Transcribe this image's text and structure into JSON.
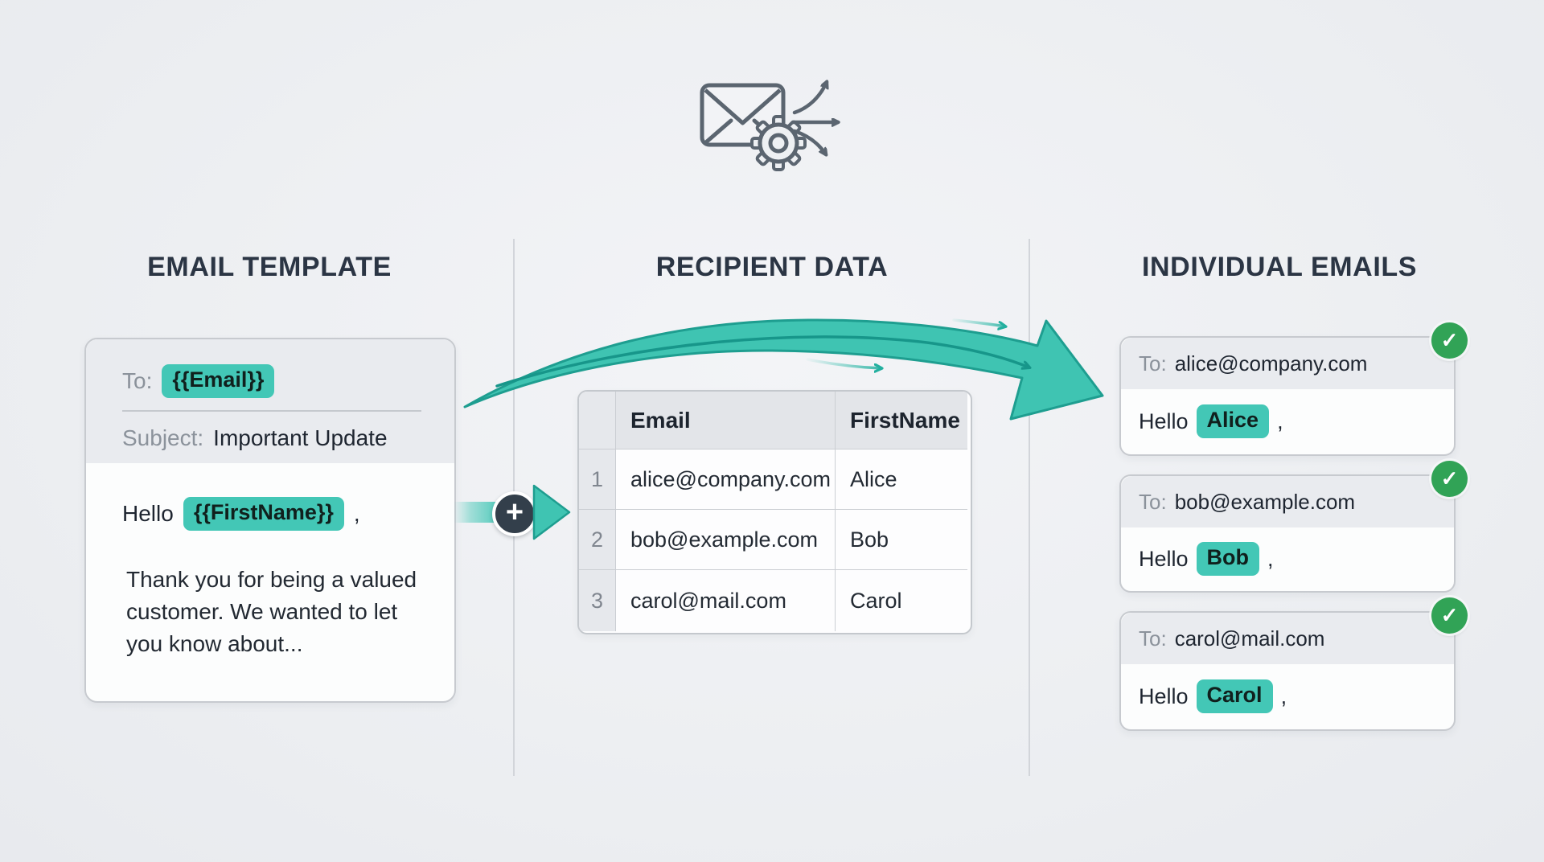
{
  "columns": {
    "template": {
      "title": "EMAIL TEMPLATE"
    },
    "recipients": {
      "title": "RECIPIENT DATA"
    },
    "individual": {
      "title": "INDIVIDUAL EMAILS"
    }
  },
  "template_card": {
    "to_label": "To:",
    "to_value": "{{Email}}",
    "subject_label": "Subject:",
    "subject_value": "Important Update",
    "greeting_prefix": "Hello",
    "greeting_variable": "{{FirstName}}",
    "greeting_suffix": ",",
    "body_lines": {
      "line1": "Thank you for being a valued",
      "line2": "customer. We wanted to let",
      "line3": "you know about..."
    }
  },
  "recipient_table": {
    "headers": {
      "email": "Email",
      "first_name": "FirstName"
    },
    "rows": [
      {
        "num": "1",
        "email": "alice@company.com",
        "first_name": "Alice"
      },
      {
        "num": "2",
        "email": "bob@example.com",
        "first_name": "Bob"
      },
      {
        "num": "3",
        "email": "carol@mail.com",
        "first_name": "Carol"
      }
    ]
  },
  "emails": [
    {
      "to_label": "To:",
      "to_value": "alice@company.com",
      "greeting_prefix": "Hello",
      "name": "Alice",
      "greeting_suffix": ","
    },
    {
      "to_label": "To:",
      "to_value": "bob@example.com",
      "greeting_prefix": "Hello",
      "name": "Bob",
      "greeting_suffix": ","
    },
    {
      "to_label": "To:",
      "to_value": "carol@mail.com",
      "greeting_prefix": "Hello",
      "name": "Carol",
      "greeting_suffix": ","
    }
  ],
  "icons": {
    "plus": "+",
    "check": "✓"
  },
  "colors": {
    "accent_teal": "#43c7b6",
    "arrow_teal": "#3fc4b2",
    "arrow_teal_dark": "#1e9e90",
    "success_green": "#31a356",
    "navy_text": "#2b3544",
    "plus_circle": "#333f4b",
    "background": "#edeff2"
  }
}
